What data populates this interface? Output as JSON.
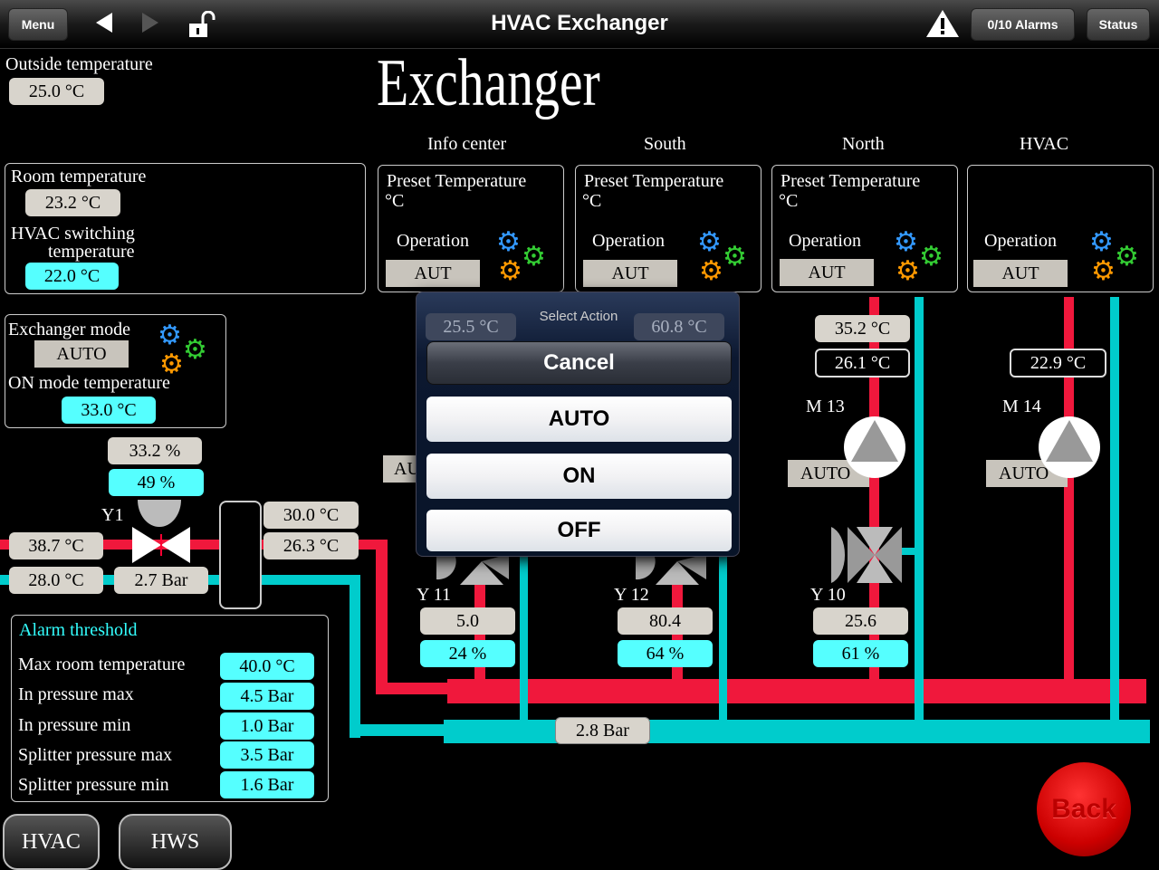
{
  "topbar": {
    "menu": "Menu",
    "title": "HVAC Exchanger",
    "alarms": "0/10  Alarms",
    "status": "Status"
  },
  "page_title": "Exchanger",
  "outside": {
    "label": "Outside temperature",
    "value": "25.0 °C"
  },
  "room": {
    "label": "Room temperature",
    "value": "23.2 °C",
    "switch_label_1": "HVAC switching",
    "switch_label_2": "temperature",
    "switch_value": "22.0 °C"
  },
  "exchanger_mode": {
    "label": "Exchanger mode",
    "value": "AUTO",
    "on_label": "ON mode temperature",
    "on_value": "33.0 °C"
  },
  "units": [
    {
      "header": "Info center",
      "preset": "Preset Temperature",
      "unit": "°C",
      "operation": "Operation",
      "mode": "AUT"
    },
    {
      "header": "South",
      "preset": "Preset Temperature",
      "unit": "°C",
      "operation": "Operation",
      "mode": "AUT"
    },
    {
      "header": "North",
      "preset": "Preset Temperature",
      "unit": "°C",
      "operation": "Operation",
      "mode": "AUT"
    },
    {
      "header": "HVAC",
      "operation": "Operation",
      "mode": "AUT"
    }
  ],
  "y1": {
    "label": "Y1",
    "position": "33.2 %",
    "setpoint": "49 %",
    "pressure": "2.7 Bar",
    "supply_temp": "38.7 °C",
    "return_temp": "28.0 °C"
  },
  "exchanger": {
    "out_temp": "30.0 °C",
    "in_temp": "26.3 °C"
  },
  "hidden": {
    "info_temp": "25.5 °C",
    "south_temp": "60.8 °C",
    "info_mode": "AU"
  },
  "valves": [
    {
      "label": "Y 11",
      "value": "5.0",
      "percent": "24 %"
    },
    {
      "label": "Y 12",
      "value": "80.4",
      "percent": "64 %"
    },
    {
      "label": "Y 10",
      "value": "25.6",
      "percent": "61 %"
    }
  ],
  "north": {
    "temp1": "35.2 °C",
    "temp2": "26.1 °C",
    "pump": "M 13",
    "mode": "AUTO"
  },
  "hvac": {
    "temp": "22.9 °C",
    "pump": "M 14",
    "mode": "AUTO"
  },
  "main_pressure": "2.8 Bar",
  "alarm": {
    "title": "Alarm threshold",
    "rows": [
      {
        "label": "Max room temperature",
        "value": "40.0 °C"
      },
      {
        "label": "In pressure max",
        "value": "4.5 Bar"
      },
      {
        "label": "In pressure min",
        "value": "1.0 Bar"
      },
      {
        "label": "Splitter pressure max",
        "value": "3.5 Bar"
      },
      {
        "label": "Splitter pressure min",
        "value": "1.6 Bar"
      }
    ]
  },
  "tabs": {
    "hvac": "HVAC",
    "hws": "HWS"
  },
  "back": "Back",
  "popup": {
    "title": "Select Action",
    "cancel": "Cancel",
    "options": [
      "AUTO",
      "ON",
      "OFF"
    ]
  }
}
